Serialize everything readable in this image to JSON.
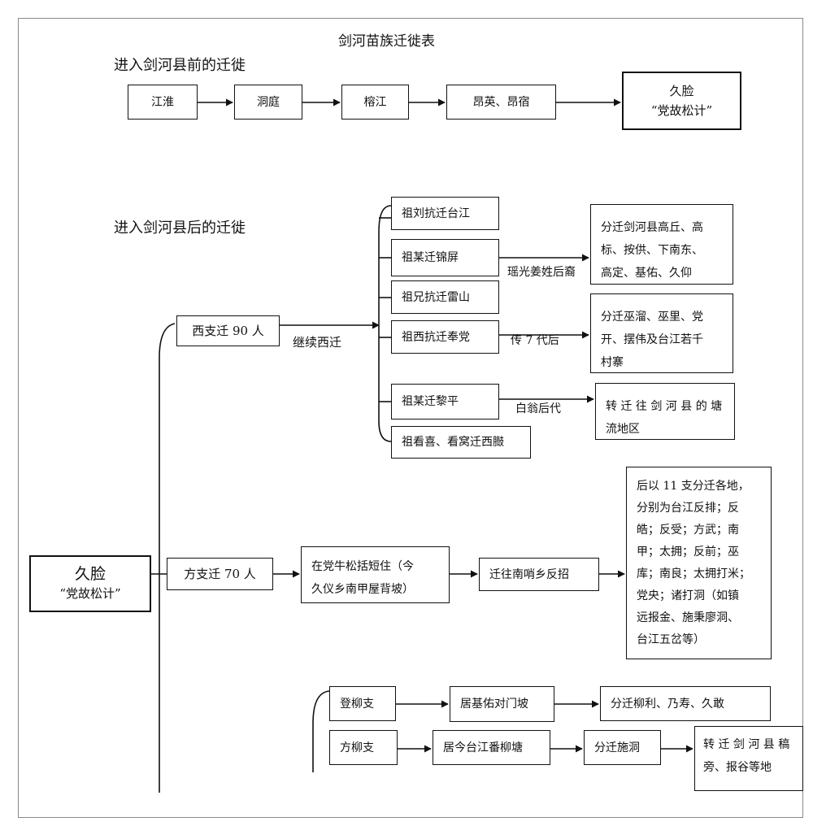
{
  "title": "剑河苗族迁徙表",
  "section_before": {
    "heading": "进入剑河县前的迁徙",
    "steps": [
      "江淮",
      "洞庭",
      "榕江",
      "昂英、昂宿"
    ],
    "end": {
      "name": "久脸",
      "note": "“党故松计”"
    }
  },
  "section_after": {
    "heading": "进入剑河县后的迁徙",
    "root": {
      "name": "久脸",
      "note": "“党故松计”"
    },
    "west": {
      "label": "西支迁 90 人",
      "connector": "继续西迁",
      "subs": [
        "祖刘抗迁台江",
        "祖某迁锦屏",
        "祖兄抗迁雷山",
        "祖西抗迁奉党",
        "祖某迁黎平",
        "祖看喜、看窝迁西臌"
      ],
      "links": [
        {
          "label": "瑶光姜姓后裔",
          "target": [
            "分迁剑河县高丘、高",
            "标、按供、下南东、",
            "高定、基佑、久仰"
          ]
        },
        {
          "label": "传 7 代后",
          "target": [
            "分迁巫溜、巫里、党",
            "开、摆伟及台江若千",
            "村寨"
          ]
        },
        {
          "label": "白翁后代",
          "target": [
            "转 迁 往 剑 河 县 的 塘",
            "流地区"
          ]
        }
      ]
    },
    "fang": {
      "label": "方支迁 70 人",
      "step1": [
        "在党牛松括短住（今",
        "久仪乡南甲屋背坡）"
      ],
      "step2": "迁往南哨乡反招",
      "result": [
        "后以 11 支分迁各地，",
        "分别为台江反排；反",
        "皓；反受；方武；南",
        "甲；太拥；反前；巫",
        "库；南良；太拥打米；",
        "党央；诸打洞（如镇",
        "远报金、施秉廖洞、",
        "台江五岔等）"
      ]
    },
    "dengliu": {
      "label": "登柳支",
      "step1": "居基佑对门坡",
      "step2": "分迁柳利、乃寿、久敢"
    },
    "fangliu": {
      "label": "方柳支",
      "step1": "居今台江番柳塘",
      "step2": "分迁施洞",
      "step3": [
        "转 迁 剑 河 县 稿",
        "旁、报谷等地"
      ]
    }
  }
}
